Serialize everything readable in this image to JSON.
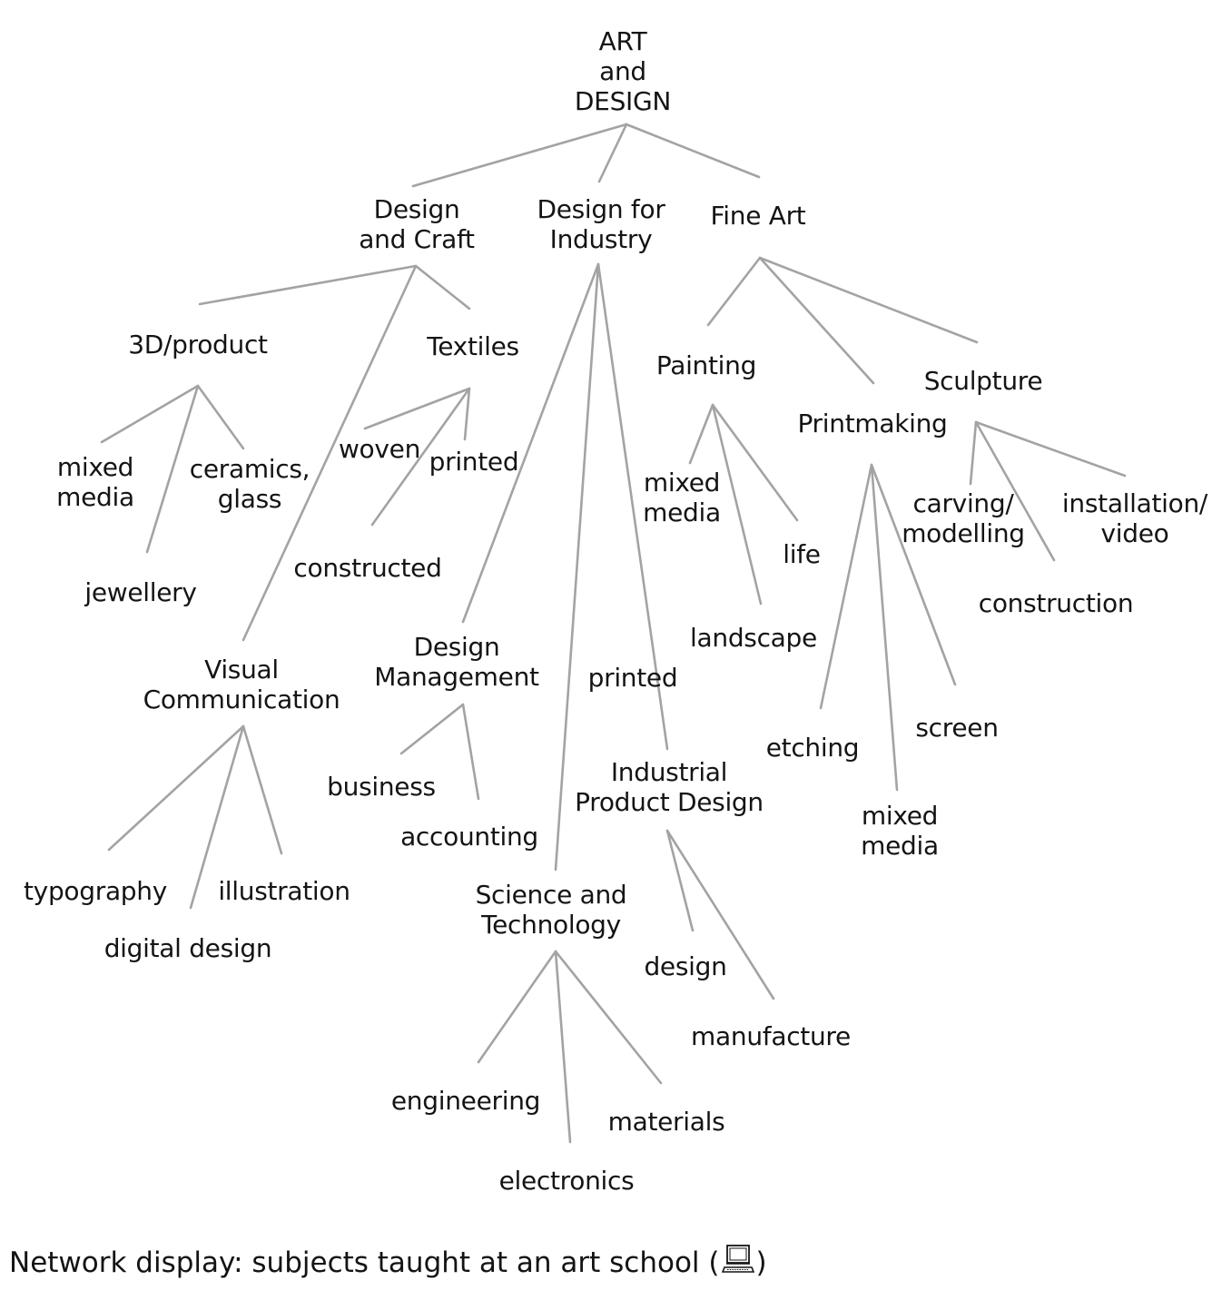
{
  "nodes": {
    "root": [
      "ART",
      "and",
      "DESIGN"
    ],
    "design_craft": [
      "Design",
      "and Craft"
    ],
    "design_industry": [
      "Design for",
      "Industry"
    ],
    "fine_art": [
      "Fine Art"
    ],
    "product_3d": [
      "3D/product"
    ],
    "textiles": [
      "Textiles"
    ],
    "dc_mixed_media": [
      "mixed",
      "media"
    ],
    "ceramics_glass": [
      "ceramics,",
      "glass"
    ],
    "jewellery": [
      "jewellery"
    ],
    "woven": [
      "woven"
    ],
    "tex_printed": [
      "printed"
    ],
    "constructed": [
      "constructed"
    ],
    "visual_comm": [
      "Visual",
      "Communication"
    ],
    "typography": [
      "typography"
    ],
    "digital_design": [
      "digital design"
    ],
    "illustration": [
      "illustration"
    ],
    "design_mgmt": [
      "Design",
      "Management"
    ],
    "business": [
      "business"
    ],
    "accounting": [
      "accounting"
    ],
    "di_printed": [
      "printed"
    ],
    "ind_product": [
      "Industrial",
      "Product Design"
    ],
    "ipd_design": [
      "design"
    ],
    "manufacture": [
      "manufacture"
    ],
    "sci_tech": [
      "Science and",
      "Technology"
    ],
    "engineering": [
      "engineering"
    ],
    "electronics": [
      "electronics"
    ],
    "materials": [
      "materials"
    ],
    "painting": [
      "Painting"
    ],
    "printmaking": [
      "Printmaking"
    ],
    "sculpture": [
      "Sculpture"
    ],
    "pt_mixed_media": [
      "mixed",
      "media"
    ],
    "life": [
      "life"
    ],
    "landscape": [
      "landscape"
    ],
    "etching": [
      "etching"
    ],
    "pm_mixed_media": [
      "mixed",
      "media"
    ],
    "screen": [
      "screen"
    ],
    "carving": [
      "carving/",
      "modelling"
    ],
    "installation": [
      "installation/",
      "video"
    ],
    "construction": [
      "construction"
    ]
  },
  "caption": {
    "text_before": "Network display: subjects taught at an art school (",
    "icon": "computer-icon",
    "text_after": ")"
  }
}
